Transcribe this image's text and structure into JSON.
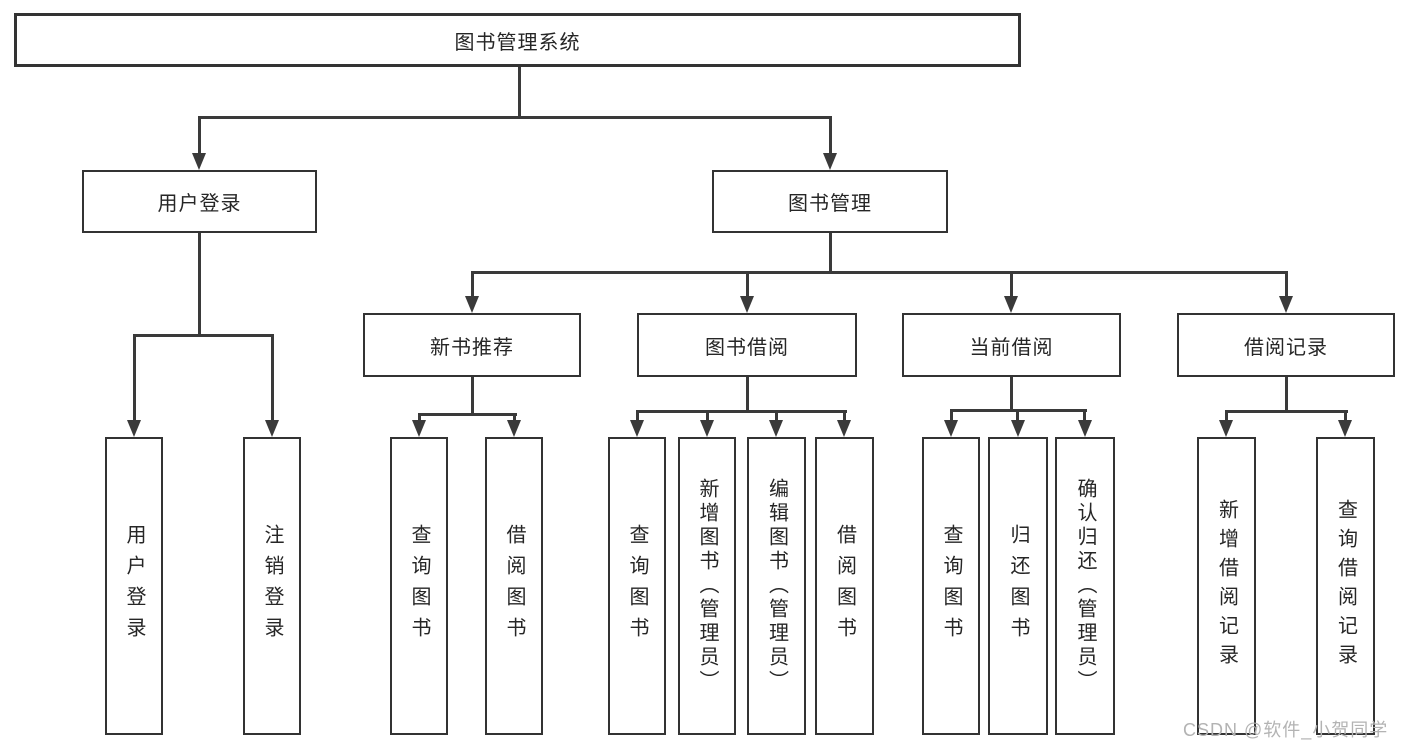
{
  "diagram": {
    "root": {
      "label": "图书管理系统"
    },
    "branches": [
      {
        "label": "用户登录",
        "children": [
          {
            "label": "用户登录"
          },
          {
            "label": "注销登录"
          }
        ]
      },
      {
        "label": "图书管理",
        "children": [
          {
            "label": "新书推荐",
            "children": [
              {
                "label": "查询图书"
              },
              {
                "label": "借阅图书"
              }
            ]
          },
          {
            "label": "图书借阅",
            "children": [
              {
                "label": "查询图书"
              },
              {
                "label": "新增图书（管理员）"
              },
              {
                "label": "编辑图书（管理员）"
              },
              {
                "label": "借阅图书"
              }
            ]
          },
          {
            "label": "当前借阅",
            "children": [
              {
                "label": "查询图书"
              },
              {
                "label": "归还图书"
              },
              {
                "label": "确认归还（管理员）"
              }
            ]
          },
          {
            "label": "借阅记录",
            "children": [
              {
                "label": "新增借阅记录"
              },
              {
                "label": "查询借阅记录"
              }
            ]
          }
        ]
      }
    ]
  },
  "watermark": {
    "text": "CSDN @软件_小贺同学"
  },
  "colors": {
    "line": "#3a3a3a",
    "box_border": "#333333",
    "text": "#262626",
    "watermark": "#b3b3b3",
    "background": "#ffffff"
  }
}
